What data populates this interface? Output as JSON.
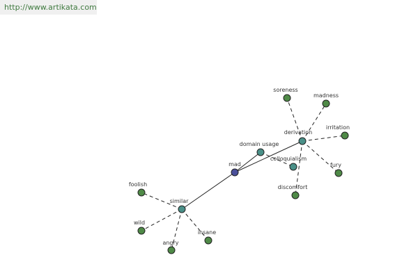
{
  "banner": {
    "url": "http://www.artikata.com"
  },
  "colors": {
    "root": "#4a4f9a",
    "relation": "#4a9088",
    "leaf": "#4f8a47",
    "edge": "#222222",
    "banner_bg": "#f0f0f0",
    "banner_text": "#3f7a3f"
  },
  "graph": {
    "nodes": [
      {
        "id": "mad",
        "label": "mad",
        "kind": "root"
      },
      {
        "id": "similar",
        "label": "similar",
        "kind": "relation"
      },
      {
        "id": "derivation",
        "label": "derivation",
        "kind": "relation"
      },
      {
        "id": "domain_usage",
        "label": "domain usage",
        "kind": "relation"
      },
      {
        "id": "colloquialism",
        "label": "colloquialism",
        "kind": "relation"
      },
      {
        "id": "foolish",
        "label": "foolish",
        "kind": "leaf"
      },
      {
        "id": "wild",
        "label": "wild",
        "kind": "leaf"
      },
      {
        "id": "angry",
        "label": "angry",
        "kind": "leaf"
      },
      {
        "id": "insane",
        "label": "insane",
        "kind": "leaf"
      },
      {
        "id": "soreness",
        "label": "soreness",
        "kind": "leaf"
      },
      {
        "id": "madness",
        "label": "madness",
        "kind": "leaf"
      },
      {
        "id": "irritation",
        "label": "irritation",
        "kind": "leaf"
      },
      {
        "id": "fury",
        "label": "fury",
        "kind": "leaf"
      },
      {
        "id": "discomfort",
        "label": "discomfort",
        "kind": "leaf"
      }
    ],
    "edges": [
      {
        "from": "mad",
        "to": "similar",
        "style": "solid"
      },
      {
        "from": "mad",
        "to": "derivation",
        "style": "solid"
      },
      {
        "from": "mad",
        "to": "domain_usage",
        "style": "solid"
      },
      {
        "from": "domain_usage",
        "to": "colloquialism",
        "style": "dashed"
      },
      {
        "from": "similar",
        "to": "foolish",
        "style": "dashed"
      },
      {
        "from": "similar",
        "to": "wild",
        "style": "dashed"
      },
      {
        "from": "similar",
        "to": "angry",
        "style": "dashed"
      },
      {
        "from": "similar",
        "to": "insane",
        "style": "dashed"
      },
      {
        "from": "derivation",
        "to": "soreness",
        "style": "dashed"
      },
      {
        "from": "derivation",
        "to": "madness",
        "style": "dashed"
      },
      {
        "from": "derivation",
        "to": "irritation",
        "style": "dashed"
      },
      {
        "from": "derivation",
        "to": "fury",
        "style": "dashed"
      },
      {
        "from": "derivation",
        "to": "discomfort",
        "style": "dashed"
      }
    ]
  }
}
